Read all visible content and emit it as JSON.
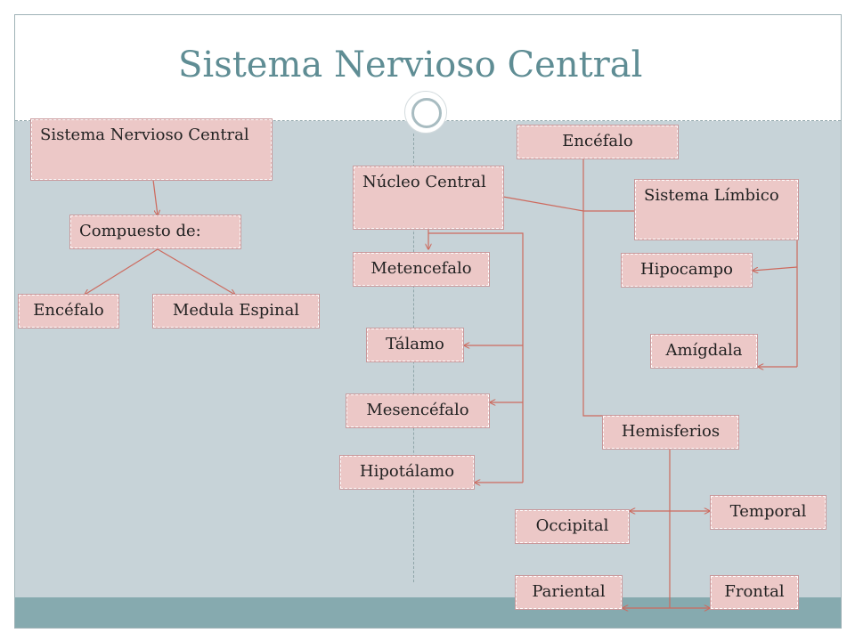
{
  "title": "Sistema Nervioso Central",
  "colors": {
    "line": "#cd6a5e",
    "box_fill": "#ecc8c7",
    "title": "#5f8d94",
    "content_bg": "#c7d3d8",
    "footer_bg": "#86aaaf"
  },
  "nodes": {
    "snc": "Sistema Nervioso Central",
    "compuesto": "Compuesto de:",
    "encefalo_left": "Encéfalo",
    "medula": "Medula Espinal",
    "encefalo_right": "Encéfalo",
    "nucleo": "Núcleo Central",
    "limbico": "Sistema Límbico",
    "metencefalo": "Metencefalo",
    "hipocampo": "Hipocampo",
    "talamo": "Tálamo",
    "amigdala": "Amígdala",
    "mesencefalo": "Mesencéfalo",
    "hemisferios": "Hemisferios",
    "hipotalamo": "Hipotálamo",
    "temporal": "Temporal",
    "occipital": "Occipital",
    "pariental": "Pariental",
    "frontal": "Frontal"
  }
}
